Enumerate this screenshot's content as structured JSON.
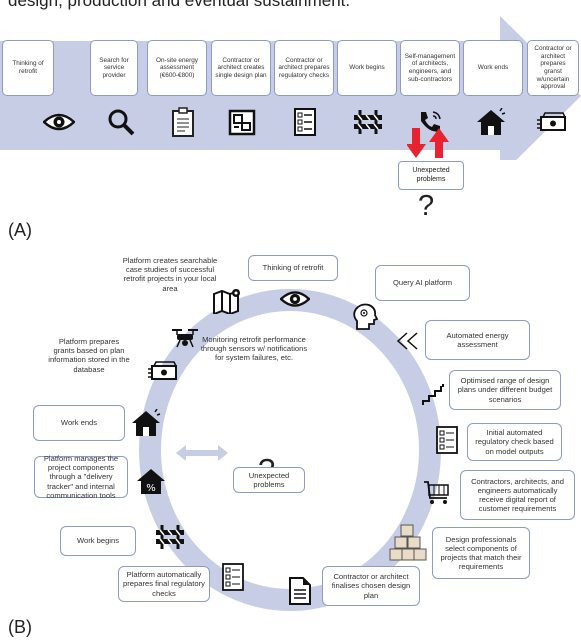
{
  "intro_text": "design, production and eventual sustainment.",
  "panel_a": {
    "label": "(A)",
    "steps": [
      {
        "text": "Thinking of retrofit",
        "icon": "eye-icon"
      },
      {
        "text": "Search for service provider",
        "icon": "magnifier-icon"
      },
      {
        "text": "On-site energy assessment (€600-€800)",
        "icon": "clipboard-icon"
      },
      {
        "text": "Contractor or architect creates single design plan",
        "icon": "blueprint-icon"
      },
      {
        "text": "Contractor or architect prepares regulatory checks",
        "icon": "checklist-icon"
      },
      {
        "text": "Work begins",
        "icon": "barrier-icon"
      },
      {
        "text": "Self-management of architects, engineers, and sub-contractors",
        "icon": "phone-icon"
      },
      {
        "text": "Work ends",
        "icon": "house-icon"
      },
      {
        "text": "Contractor or architect prepares granst w/uncertain approval",
        "icon": "money-icon"
      }
    ],
    "unexpected": "Unexpected problems",
    "question": "?",
    "colors": {
      "arrow": "#c8cde6",
      "box_border": "#8e9ac8",
      "red": "#e8222e"
    }
  },
  "panel_b": {
    "label": "(B)",
    "center_unexpected": "Unexpected problems",
    "center_question": "?",
    "top": "Thinking of retrofit",
    "right": [
      "Query AI platform",
      "Automated energy assessment",
      "Optimised range of design plans under different budget scenarios",
      "Initial automated regulatory check based on model outputs",
      "Contractors, architects, and engineers automatically receive digital report of customer requirements",
      "Design professionals select components of projects that match their requirements"
    ],
    "bottom": "Contractor or architect finalises chosen design plan",
    "left": [
      "Platform automatically prepares final regulatory checks",
      "Work begins",
      "Platform manages the project components through a \"delivery tracker\" and internal communication tools",
      "Work ends",
      "Platform prepares grants based on plan information stored in the database",
      "Platform creates searchable case studies of successful retrofit projects in your local area"
    ],
    "inner_text": "Monitoring retrofit performance through sensors w/ notifications for system failures, etc.",
    "colors": {
      "ring": "#c8cde6",
      "box_border": "#8e9ac8"
    }
  }
}
